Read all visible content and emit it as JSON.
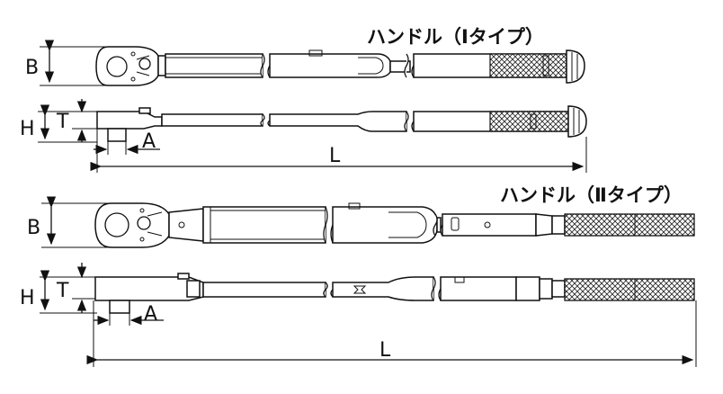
{
  "type1": {
    "title": "ハンドル（Ⅰタイプ）",
    "dims": {
      "B": "B",
      "H": "H",
      "T": "T",
      "A": "A",
      "L": "L"
    }
  },
  "type2": {
    "title": "ハンドル（Ⅱタイプ）",
    "dims": {
      "B": "B",
      "H": "H",
      "T": "T",
      "A": "A",
      "L": "L"
    }
  }
}
